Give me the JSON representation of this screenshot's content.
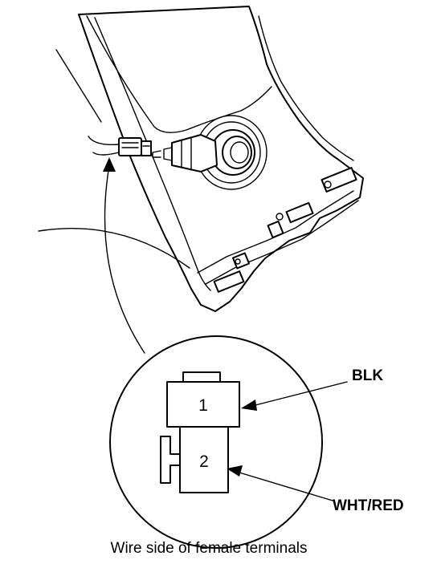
{
  "connector": {
    "pins": [
      {
        "number": "1",
        "wire_color": "BLK"
      },
      {
        "number": "2",
        "wire_color": "WHT/RED"
      }
    ]
  },
  "caption": "Wire side of female terminals"
}
